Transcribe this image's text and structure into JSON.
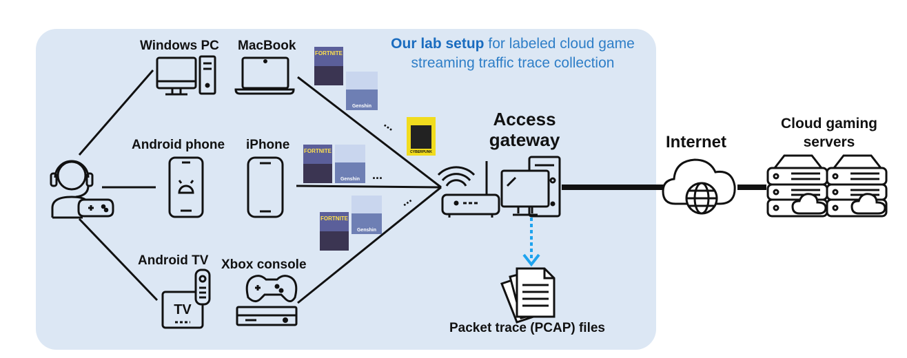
{
  "title": {
    "highlight": "Our lab setup",
    "rest": "for labeled cloud game streaming traffic trace collection",
    "color_highlight": "#1a6cbf",
    "color_rest": "#2e7ec7"
  },
  "devices": {
    "windows_pc": "Windows PC",
    "macbook": "MacBook",
    "android_phone": "Android phone",
    "iphone": "iPhone",
    "android_tv": "Android TV",
    "xbox": "Xbox console",
    "tv_screen_text": "TV"
  },
  "network": {
    "access_gateway": "Access gateway",
    "internet": "Internet",
    "cloud_servers": "Cloud gaming servers",
    "pcap": "Packet trace (PCAP) files"
  },
  "game_covers": {
    "fortnite": "FORTNITE",
    "genshin": "Genshin",
    "cyberpunk": "CYBERPUNK"
  },
  "ellipsis": "...",
  "colors": {
    "panel_bg": "#dce7f4",
    "arrow": "#1ea3ee",
    "line": "#111111"
  }
}
